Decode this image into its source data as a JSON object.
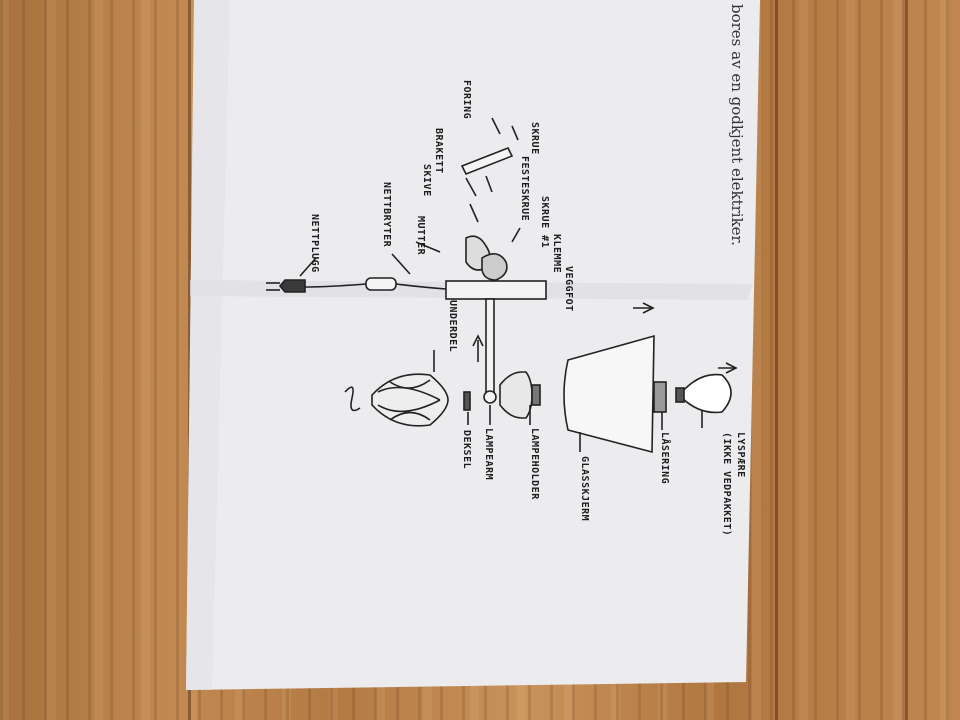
{
  "photo": {
    "subject": "lamp-assembly-instruction-sheet",
    "edge_text": "bores av en godkjent elektriker.",
    "labels": {
      "foring": "FORING",
      "skrue": "SKRUE",
      "festeskrue": "FESTESKRUE",
      "brakett": "BRAKETT",
      "skive": "SKIVE",
      "skrue1": "SKRUE #1",
      "klemme": "KLEMME",
      "veggfot": "VEGGFOT",
      "mutter": "MUTTER",
      "nettbryter": "NETTBRYTER",
      "nettplugg": "NETTPLUGG",
      "underdel": "UNDERDEL",
      "lampeholder": "LAMPEHOLDER",
      "lamparm": "LAMPEARM",
      "deksel": "DEKSEL",
      "glasskjerm": "GLASSKJERM",
      "lasering": "LÅSERING",
      "lyspare": "LYSPÆRE",
      "ikke_vedpakket": "(IKKE VEDPAKKET)"
    }
  },
  "colors": {
    "paper": "#ecebee",
    "ink": "#1e1e1e",
    "wood": "#b9814a"
  }
}
